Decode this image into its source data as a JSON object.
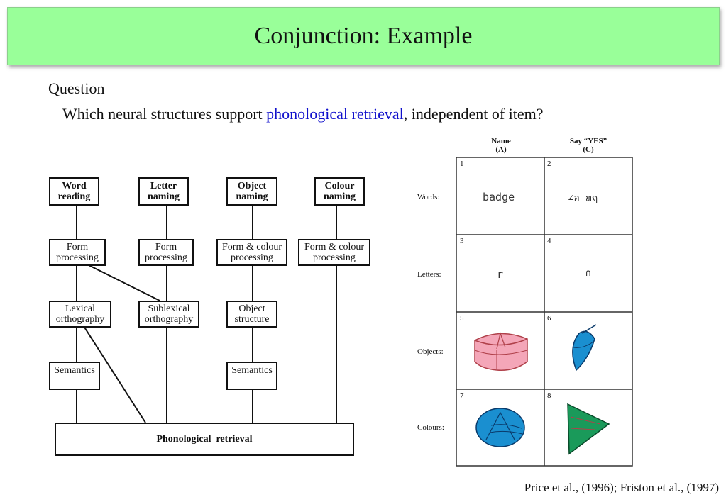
{
  "slide": {
    "title": "Conjunction: Example",
    "question_label": "Question",
    "question_prefix": "Which neural structures support ",
    "question_highlight": "phonological retrieval",
    "question_suffix": ", independent of item?",
    "citation": "Price et al., (1996); Friston et al., (1997)"
  },
  "diagram": {
    "tasks": [
      "Word\nreading",
      "Letter\nnaming",
      "Object\nnaming",
      "Colour\nnaming"
    ],
    "processing": [
      "Form\nprocessing",
      "Form\nprocessing",
      "Form & colour\nprocessing",
      "Form & colour\nprocessing"
    ],
    "orthography": [
      "Lexical\northography",
      "Sublexical\northography",
      "Object\nstructure"
    ],
    "semantics": [
      "Semantics",
      "Semantics"
    ],
    "output": "Phonological  retrieval"
  },
  "table": {
    "col_a": "Name\n(A)",
    "col_b": "Say  “YES”\n(C)",
    "rows": [
      "Words:",
      "Letters:",
      "Objects:",
      "Colours:"
    ],
    "cell_numbers": [
      "1",
      "2",
      "3",
      "4",
      "5",
      "6",
      "7",
      "8"
    ],
    "word_stimulus": "badge",
    "word_false_font": "∠อʲທฤ",
    "letter_stimulus": "r",
    "letter_false_font": "∩",
    "colors": {
      "pink": "#f4a6b8",
      "blue": "#1a8fd0",
      "green": "#1a9a5a"
    }
  }
}
